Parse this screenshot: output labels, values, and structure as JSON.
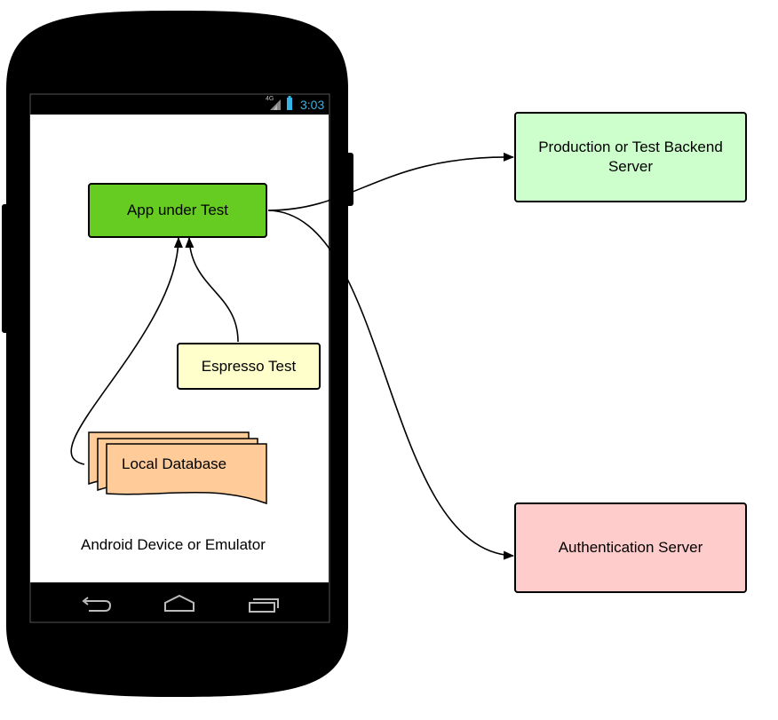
{
  "device": {
    "status_time": "3:03",
    "network_label": "4G",
    "caption": "Android Device or Emulator",
    "nav_icons": [
      "back-icon",
      "home-icon",
      "recent-apps-icon"
    ]
  },
  "nodes": {
    "app": {
      "label": "App under Test",
      "color": "#66cc22"
    },
    "espresso": {
      "label": "Espresso Test",
      "color": "#ffffcc"
    },
    "database": {
      "label": "Local Database",
      "color": "#ffcc99"
    },
    "backend": {
      "label": "Production or Test Backend Server",
      "color": "#ccffcc"
    },
    "auth": {
      "label": "Authentication Server",
      "color": "#ffcccc"
    }
  },
  "edges": [
    {
      "from": "espresso",
      "to": "app"
    },
    {
      "from": "database",
      "to": "app"
    },
    {
      "from": "app",
      "to": "database"
    },
    {
      "from": "app",
      "to": "backend"
    },
    {
      "from": "app",
      "to": "auth"
    }
  ]
}
